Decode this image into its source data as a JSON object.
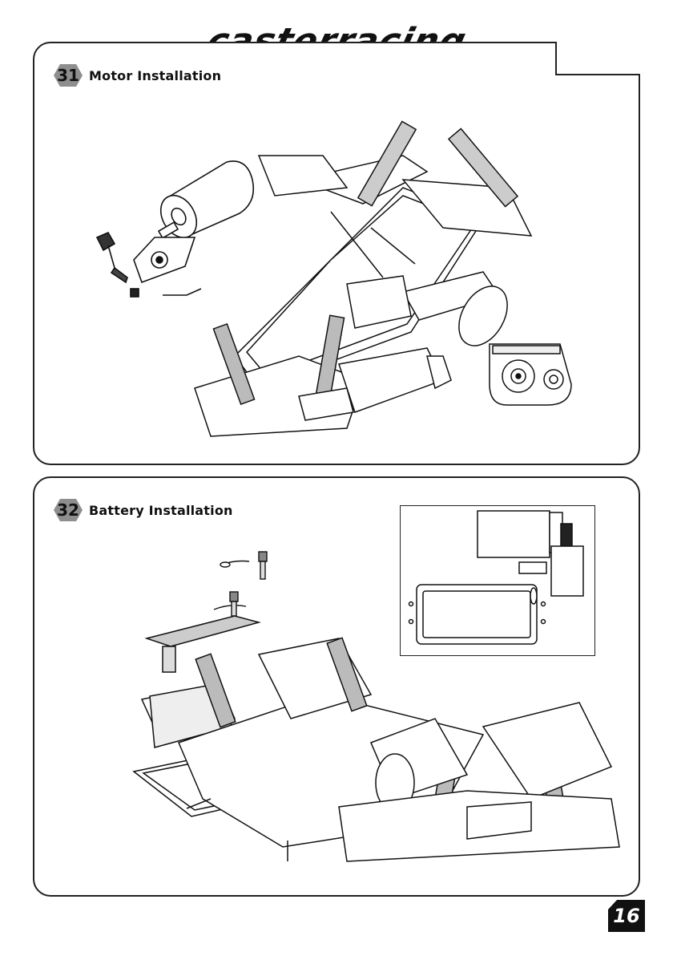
{
  "brand": {
    "logo_text": "casterracing"
  },
  "steps": [
    {
      "number": "31",
      "title": "Motor Installation"
    },
    {
      "number": "32",
      "title": "Battery Installation"
    }
  ],
  "page_number": "16"
}
